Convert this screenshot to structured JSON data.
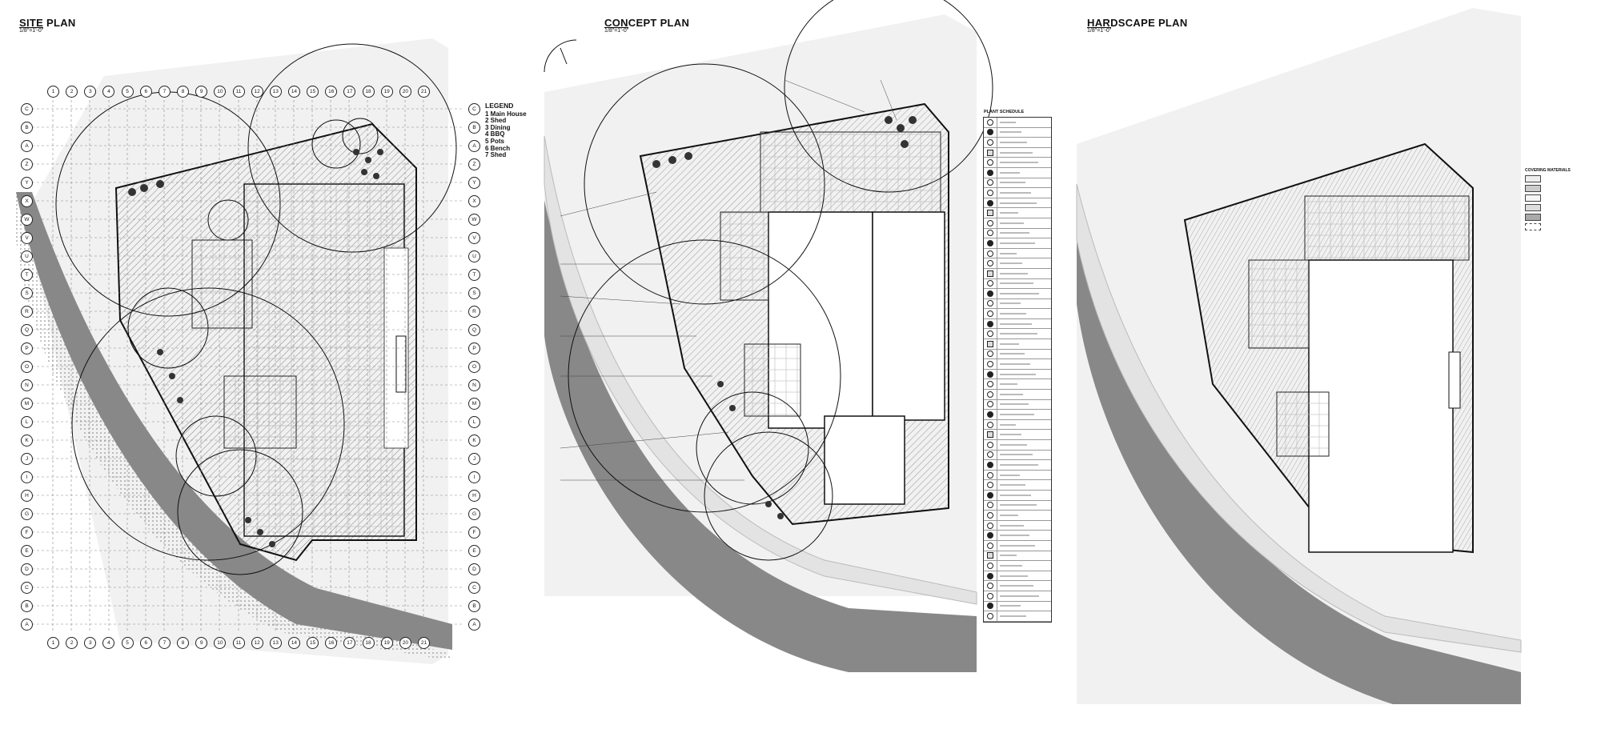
{
  "panels": {
    "site": {
      "title": "SITE PLAN",
      "scale": "1/8\"=1'-0\""
    },
    "concept": {
      "title": "CONCEPT PLAN",
      "scale": "1/8\"=1'-0\""
    },
    "hardscape": {
      "title": "HARDSCAPE PLAN",
      "scale": "1/8\"=1'-0\""
    }
  },
  "grid": {
    "columns": [
      "1",
      "2",
      "3",
      "4",
      "5",
      "6",
      "7",
      "8",
      "9",
      "10",
      "11",
      "12",
      "13",
      "14",
      "15",
      "16",
      "17",
      "18",
      "19",
      "20",
      "21"
    ],
    "rows": [
      "C",
      "B",
      "A",
      "Z",
      "Y",
      "X",
      "W",
      "V",
      "U",
      "T",
      "S",
      "R",
      "Q",
      "P",
      "O",
      "N",
      "M",
      "L",
      "K",
      "J",
      "I",
      "H",
      "G",
      "F",
      "E",
      "D",
      "C",
      "B",
      "A"
    ]
  },
  "legend": {
    "title": "LEGEND",
    "items": [
      "1 Main House",
      "2 Shed",
      "3 Dining",
      "4 BBQ",
      "5 Pots",
      "6 Bench",
      "7 Shed"
    ]
  },
  "plant_schedule": {
    "title": "PLANT SCHEDULE"
  },
  "covering": {
    "title": "COVERING MATERIALS"
  },
  "colors": {
    "ink": "#111111",
    "hatch": "#9a9a9a",
    "road": "#8c8c8c",
    "sidewalk": "#e6e6e6"
  }
}
